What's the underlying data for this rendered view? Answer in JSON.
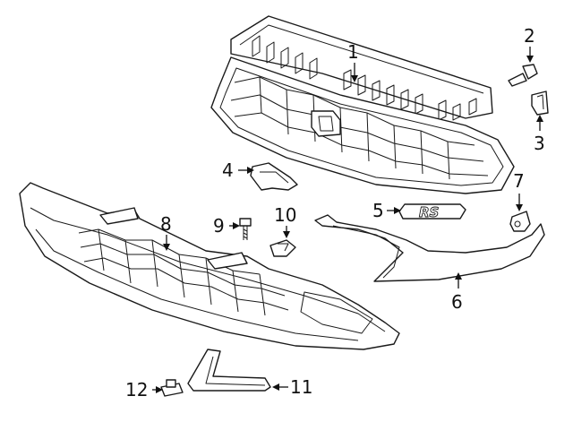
{
  "callouts": {
    "c1": "1",
    "c2": "2",
    "c3": "3",
    "c4": "4",
    "c5": "5",
    "c6": "6",
    "c7": "7",
    "c8": "8",
    "c9": "9",
    "c10": "10",
    "c11": "11",
    "c12": "12"
  },
  "emblem_text": "RS",
  "line_color": "#1a1a1a"
}
